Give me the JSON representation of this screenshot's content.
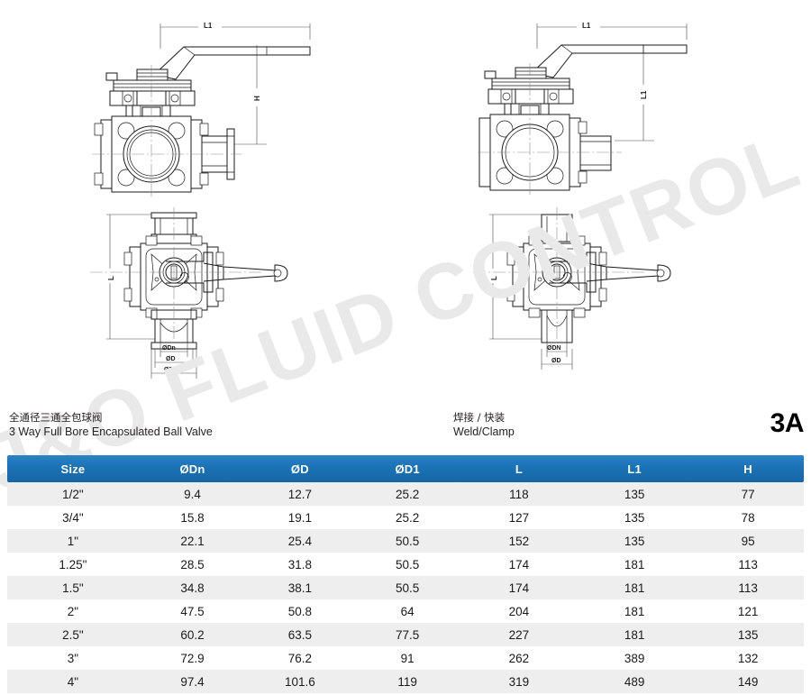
{
  "watermark": {
    "text": "J&O FLUID CONTROL LIMITED"
  },
  "caption": {
    "left_cn": "全通径三通全包球阀",
    "left_en": "3 Way Full Bore Encapsulated Ball Valve",
    "mid_cn": "焊接 / 快装",
    "mid_en": "Weld/Clamp",
    "standard_mark": "3A"
  },
  "colors": {
    "header_blue": "#1b72b5",
    "row_stripe": "#eeeeee",
    "line": "#1a1a1a",
    "watermark": "#e9e9e9"
  },
  "drawings": {
    "top_left": {
      "name": "clamp-side-view",
      "dim_l1": "L1",
      "dim_h": "H"
    },
    "top_right": {
      "name": "weld-side-view",
      "dim_l1": "L1",
      "dim_h": "L1"
    },
    "bottom_left": {
      "name": "clamp-top-view",
      "dim_l": "L",
      "dim_dn": "ØDn",
      "dim_d": "ØD",
      "dim_d1": "ØD1"
    },
    "bottom_right": {
      "name": "weld-top-view",
      "dim_l": "L",
      "dim_dn": "ØDN",
      "dim_d": "ØD"
    }
  },
  "table": {
    "columns": [
      "Size",
      "ØDn",
      "ØD",
      "ØD1",
      "L",
      "L1",
      "H"
    ],
    "rows": [
      [
        "1/2\"",
        "9.4",
        "12.7",
        "25.2",
        "118",
        "135",
        "77"
      ],
      [
        "3/4\"",
        "15.8",
        "19.1",
        "25.2",
        "127",
        "135",
        "78"
      ],
      [
        "1\"",
        "22.1",
        "25.4",
        "50.5",
        "152",
        "135",
        "95"
      ],
      [
        "1.25\"",
        "28.5",
        "31.8",
        "50.5",
        "174",
        "181",
        "113"
      ],
      [
        "1.5\"",
        "34.8",
        "38.1",
        "50.5",
        "174",
        "181",
        "113"
      ],
      [
        "2\"",
        "47.5",
        "50.8",
        "64",
        "204",
        "181",
        "121"
      ],
      [
        "2.5\"",
        "60.2",
        "63.5",
        "77.5",
        "227",
        "181",
        "135"
      ],
      [
        "3\"",
        "72.9",
        "76.2",
        "91",
        "262",
        "389",
        "132"
      ],
      [
        "4\"",
        "97.4",
        "101.6",
        "119",
        "319",
        "489",
        "149"
      ]
    ]
  }
}
